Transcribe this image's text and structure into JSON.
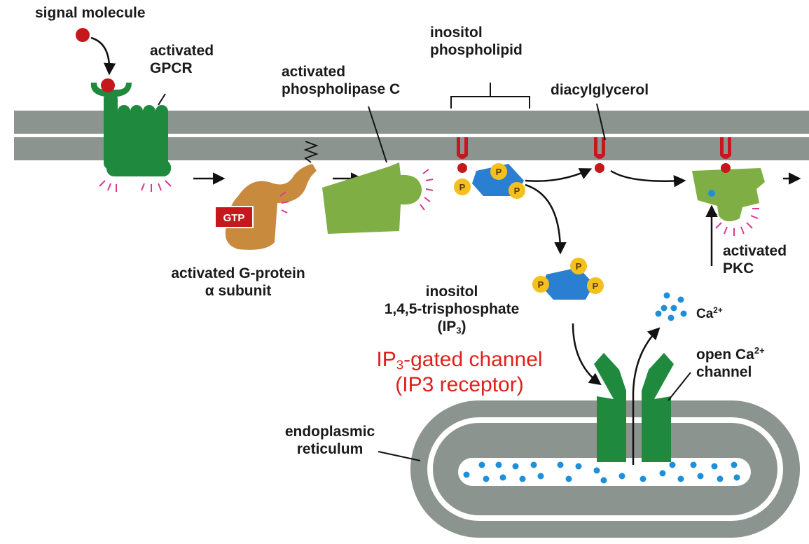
{
  "labels": {
    "signal_molecule": "signal molecule",
    "gpcr_1": "activated",
    "gpcr_2": "GPCR",
    "plc_1": "activated",
    "plc_2": "phospholipase C",
    "ip_1": "inositol",
    "ip_2": "phospholipid",
    "dag": "diacylglycerol",
    "gprot_1": "activated G-protein",
    "gprot_2": "α subunit",
    "ip3_1": "inositol",
    "ip3_2": "1,4,5-trisphosphate",
    "ip3_3_pre": "(IP",
    "ip3_3_sub": "3",
    "ip3_3_post": ")",
    "pkc_1": "activated",
    "pkc_2": "PKC",
    "ca_base": "Ca",
    "ca_sup": "2+",
    "open_1": "open Ca",
    "open_1_sup": "2+",
    "open_2": "channel",
    "er_1": "endoplasmic",
    "er_2": "reticulum",
    "gtp": "GTP",
    "phosphate": "P"
  },
  "annotation": {
    "line1_pre": "IP",
    "line1_sub": "3",
    "line1_post": "-gated channel",
    "line2": "(IP3 receptor)"
  },
  "colors": {
    "membrane": "#8c9490",
    "receptor_green": "#1f8a3e",
    "plc_green": "#7fae45",
    "gprotein_orange": "#c88a3c",
    "lipid_red": "#c4181d",
    "ip3_blue": "#2a7fd0",
    "phosphate_yellow": "#f4c020",
    "calcium_blue": "#1e8fd8",
    "glow_magenta": "#d83a90",
    "annotation_red": "#e0201c"
  }
}
